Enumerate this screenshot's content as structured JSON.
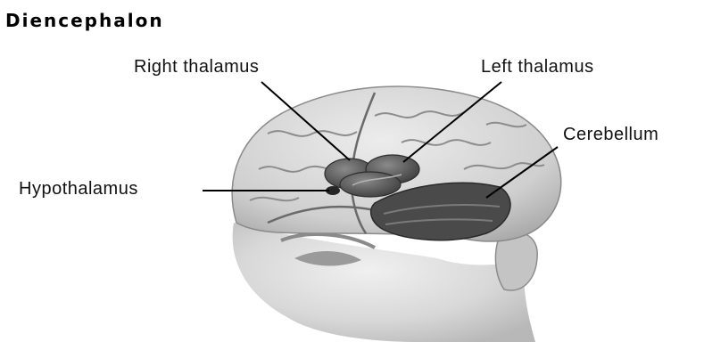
{
  "title": "Diencephalon",
  "labels": {
    "right_thalamus": "Right thalamus",
    "left_thalamus": "Left thalamus",
    "cerebellum": "Cerebellum",
    "hypothalamus": "Hypothalamus"
  },
  "colors": {
    "head_skin": "#dcdcdc",
    "brain_outline": "#555555",
    "thalamus": "#4d4d4d",
    "cerebellum": "#3a3a3a",
    "leader_line": "#000000"
  }
}
